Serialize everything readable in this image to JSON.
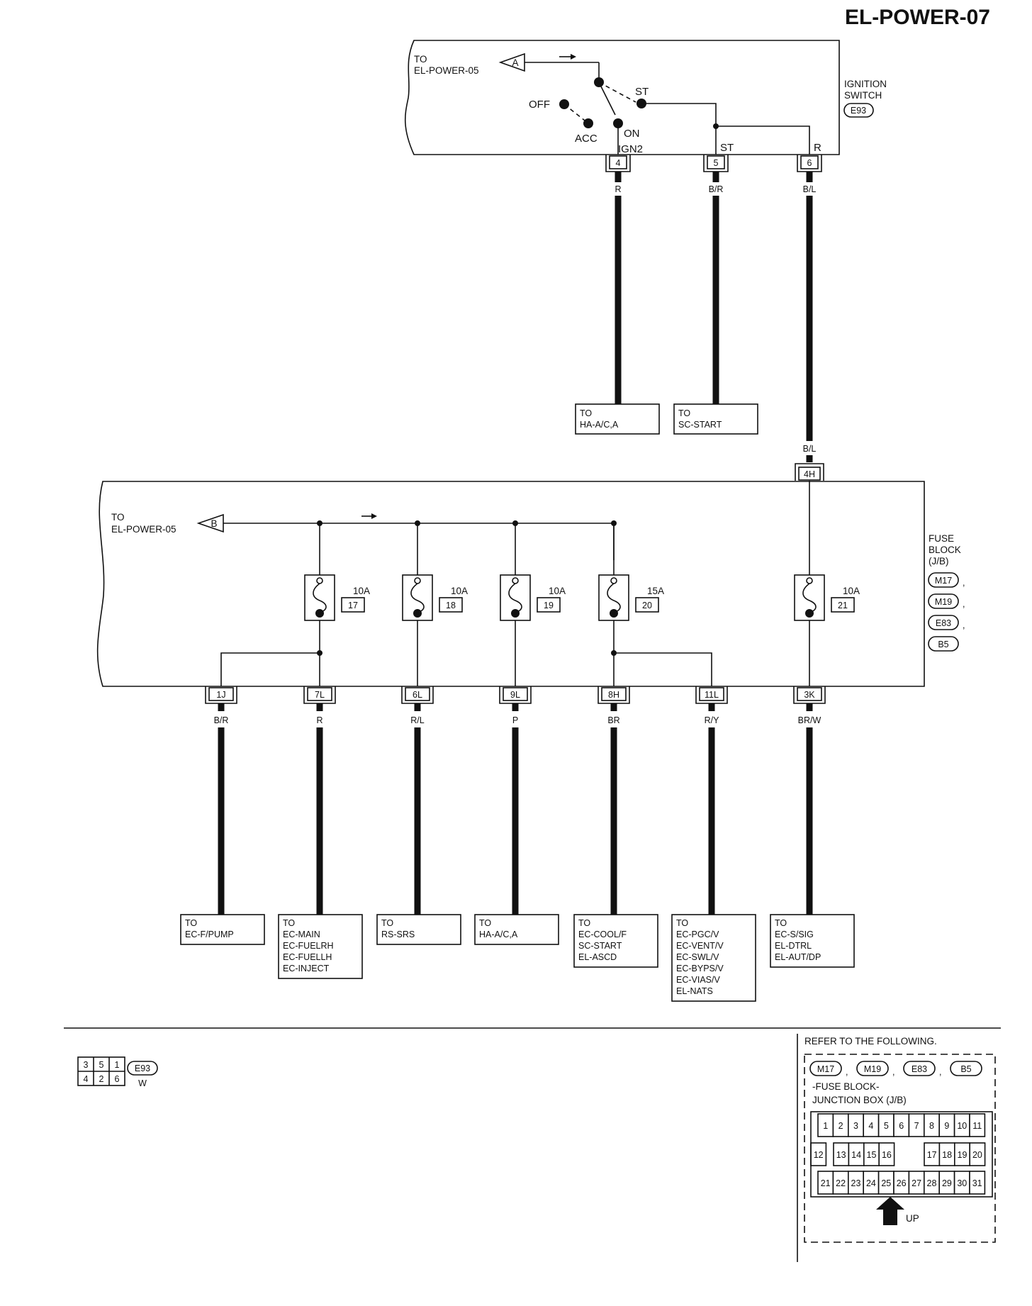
{
  "page_title": "EL-POWER-07",
  "ignition": {
    "to_label": "TO",
    "to_target": "EL-POWER-05",
    "flag": "A",
    "component": [
      "IGNITION",
      "SWITCH"
    ],
    "connector": "E93",
    "positions": {
      "off": "OFF",
      "acc": "ACC",
      "on": "ON",
      "st": "ST",
      "ign2": "IGN2",
      "st_term": "ST",
      "r_term": "R"
    },
    "terminals": [
      {
        "num": "4",
        "wire": "R"
      },
      {
        "num": "5",
        "wire": "B/R"
      },
      {
        "num": "6",
        "wire": "B/L"
      }
    ],
    "destinations": [
      {
        "lines": [
          "TO",
          "HA-A/C,A"
        ]
      },
      {
        "lines": [
          "TO",
          "SC-START"
        ]
      }
    ],
    "fuse_feed": {
      "wire": "B/L",
      "connector": "4H"
    }
  },
  "fuse_block": {
    "to_label": "TO",
    "to_target": "EL-POWER-05",
    "flag": "B",
    "component": [
      "FUSE",
      "BLOCK",
      "(J/B)"
    ],
    "connectors": [
      "M17",
      "M19",
      "E83",
      "B5"
    ],
    "fuses": [
      {
        "amp": "10A",
        "num": "17"
      },
      {
        "amp": "10A",
        "num": "18"
      },
      {
        "amp": "10A",
        "num": "19"
      },
      {
        "amp": "15A",
        "num": "20"
      },
      {
        "amp": "10A",
        "num": "21"
      }
    ],
    "outputs": [
      {
        "conn": "1J",
        "wire": "B/R",
        "dest": [
          "TO",
          "EC-F/PUMP"
        ]
      },
      {
        "conn": "7L",
        "wire": "R",
        "dest": [
          "TO",
          "EC-MAIN",
          "EC-FUELRH",
          "EC-FUELLH",
          "EC-INJECT"
        ]
      },
      {
        "conn": "6L",
        "wire": "R/L",
        "dest": [
          "TO",
          "RS-SRS"
        ]
      },
      {
        "conn": "9L",
        "wire": "P",
        "dest": [
          "TO",
          "HA-A/C,A"
        ]
      },
      {
        "conn": "8H",
        "wire": "BR",
        "dest": [
          "TO",
          "EC-COOL/F",
          "SC-START",
          "EL-ASCD"
        ]
      },
      {
        "conn": "11L",
        "wire": "R/Y",
        "dest": [
          "TO",
          "EC-PGC/V",
          "EC-VENT/V",
          "EC-SWL/V",
          "EC-BYPS/V",
          "EC-VIAS/V",
          "EL-NATS"
        ]
      },
      {
        "conn": "3K",
        "wire": "BR/W",
        "dest": [
          "TO",
          "EC-S/SIG",
          "EL-DTRL",
          "EL-AUT/DP"
        ]
      }
    ]
  },
  "connector_e93": {
    "cells_top": [
      "3",
      "5",
      "1"
    ],
    "cells_bottom": [
      "4",
      "2",
      "6"
    ],
    "name": "E93",
    "color": "W"
  },
  "reference": {
    "title": "REFER TO THE FOLLOWING.",
    "connectors": [
      "M17",
      "M19",
      "E83",
      "B5"
    ],
    "separator": ",",
    "desc_lines": [
      "-FUSE BLOCK-",
      "JUNCTION BOX (J/B)"
    ],
    "row1": [
      "1",
      "2",
      "3",
      "4",
      "5",
      "6",
      "7",
      "8",
      "9",
      "10",
      "11"
    ],
    "row2": [
      "12",
      "13",
      "14",
      "15",
      "16",
      "17",
      "18",
      "19",
      "20"
    ],
    "row3": [
      "21",
      "22",
      "23",
      "24",
      "25",
      "26",
      "27",
      "28",
      "29",
      "30",
      "31"
    ],
    "up_label": "UP"
  }
}
